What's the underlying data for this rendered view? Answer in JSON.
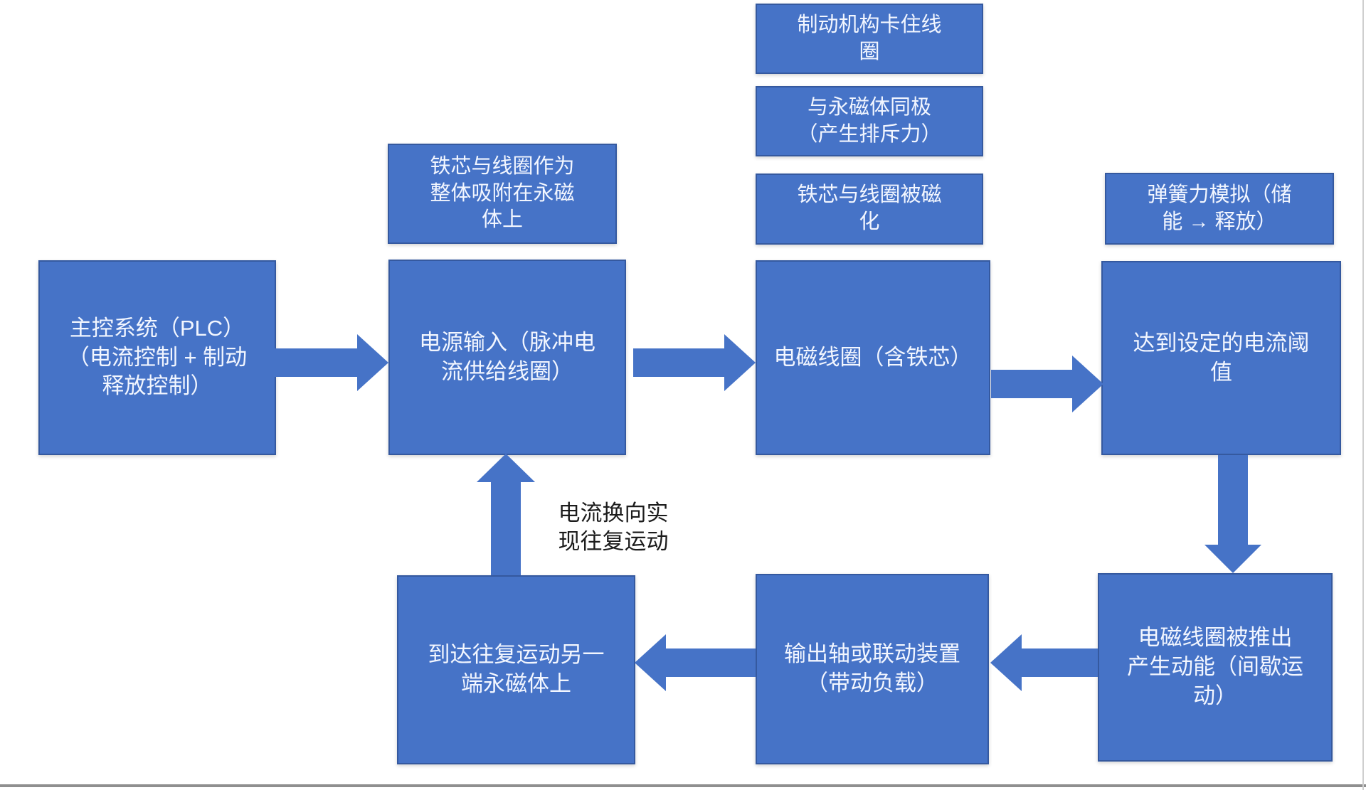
{
  "colors": {
    "node_fill": "#4673C7",
    "node_border": "#35599F",
    "node_text": "#F2F6FF",
    "annotation_text": "#1C1C1C",
    "background": "#FFFFFF",
    "bottom_rule": "#8F8F8F",
    "right_rule": "#CFCFCF"
  },
  "diagram": {
    "type": "flowchart",
    "nodes": {
      "plc": {
        "label": "主控系统（PLC）\n（电流控制 + 制动\n释放控制）"
      },
      "core_adsorb": {
        "label": "铁芯与线圈作为\n整体吸附在永磁\n体上"
      },
      "power_input": {
        "label": "电源输入（脉冲电\n流供给线圈）"
      },
      "brake_lock": {
        "label": "制动机构卡住线\n圈"
      },
      "same_pole": {
        "label": "与永磁体同极\n（产生排斥力）"
      },
      "magnetized": {
        "label": "铁芯与线圈被磁\n化"
      },
      "coil": {
        "label": "电磁线圈（含铁芯）"
      },
      "spring_sim": {
        "label": "弹簧力模拟（储\n能 → 释放）"
      },
      "threshold": {
        "label": "达到设定的电流阈\n值"
      },
      "coil_pushed": {
        "label": "电磁线圈被推出\n产生动能（间歇运\n动）"
      },
      "output_shaft": {
        "label": "输出轴或联动装置\n（带动负载）"
      },
      "reach_end": {
        "label": "到达往复运动另一\n端永磁体上"
      }
    },
    "edges": [
      {
        "from": "plc",
        "to": "power_input",
        "direction": "right"
      },
      {
        "from": "power_input",
        "to": "coil",
        "direction": "right"
      },
      {
        "from": "coil",
        "to": "threshold",
        "direction": "right"
      },
      {
        "from": "threshold",
        "to": "coil_pushed",
        "direction": "down"
      },
      {
        "from": "coil_pushed",
        "to": "output_shaft",
        "direction": "left"
      },
      {
        "from": "output_shaft",
        "to": "reach_end",
        "direction": "left"
      },
      {
        "from": "reach_end",
        "to": "power_input",
        "direction": "up",
        "label": "电流换向实现往复运动"
      }
    ],
    "annotation": {
      "label": "电流换向实\n现往复运动"
    }
  }
}
